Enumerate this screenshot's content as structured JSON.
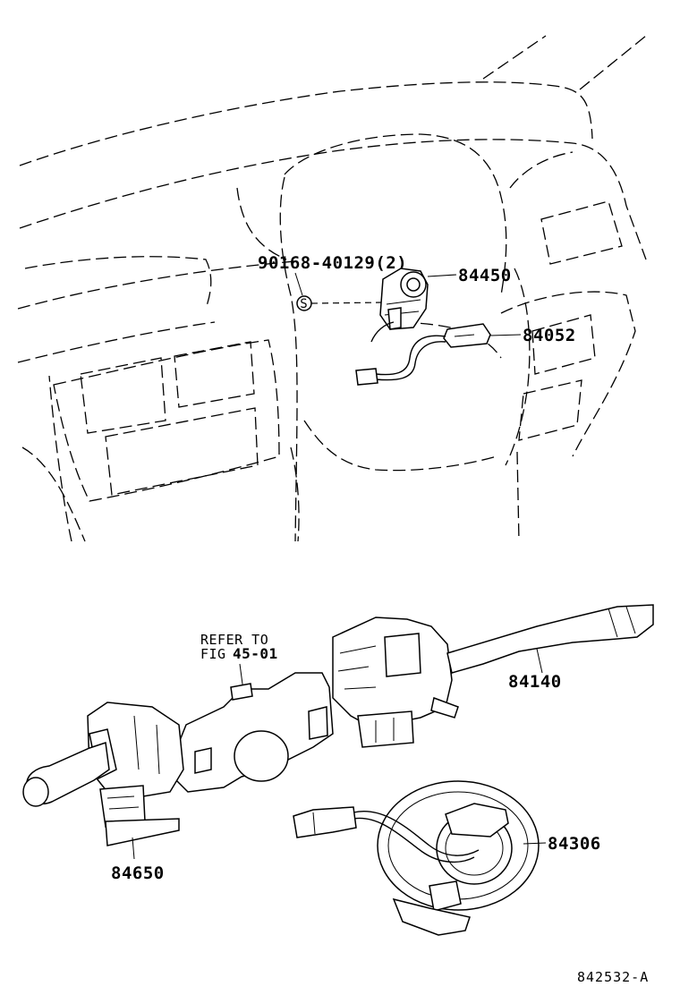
{
  "diagram_id": "842532-A",
  "labels": {
    "p90168": "90168-40129(2)",
    "p84450": "84450",
    "p84052": "84052",
    "p84140": "84140",
    "p84306": "84306",
    "p84650": "84650"
  },
  "refer": {
    "line1": "REFER TO",
    "line2_prefix": "FIG",
    "line2_num": "45-01"
  },
  "screw_symbol": "S"
}
